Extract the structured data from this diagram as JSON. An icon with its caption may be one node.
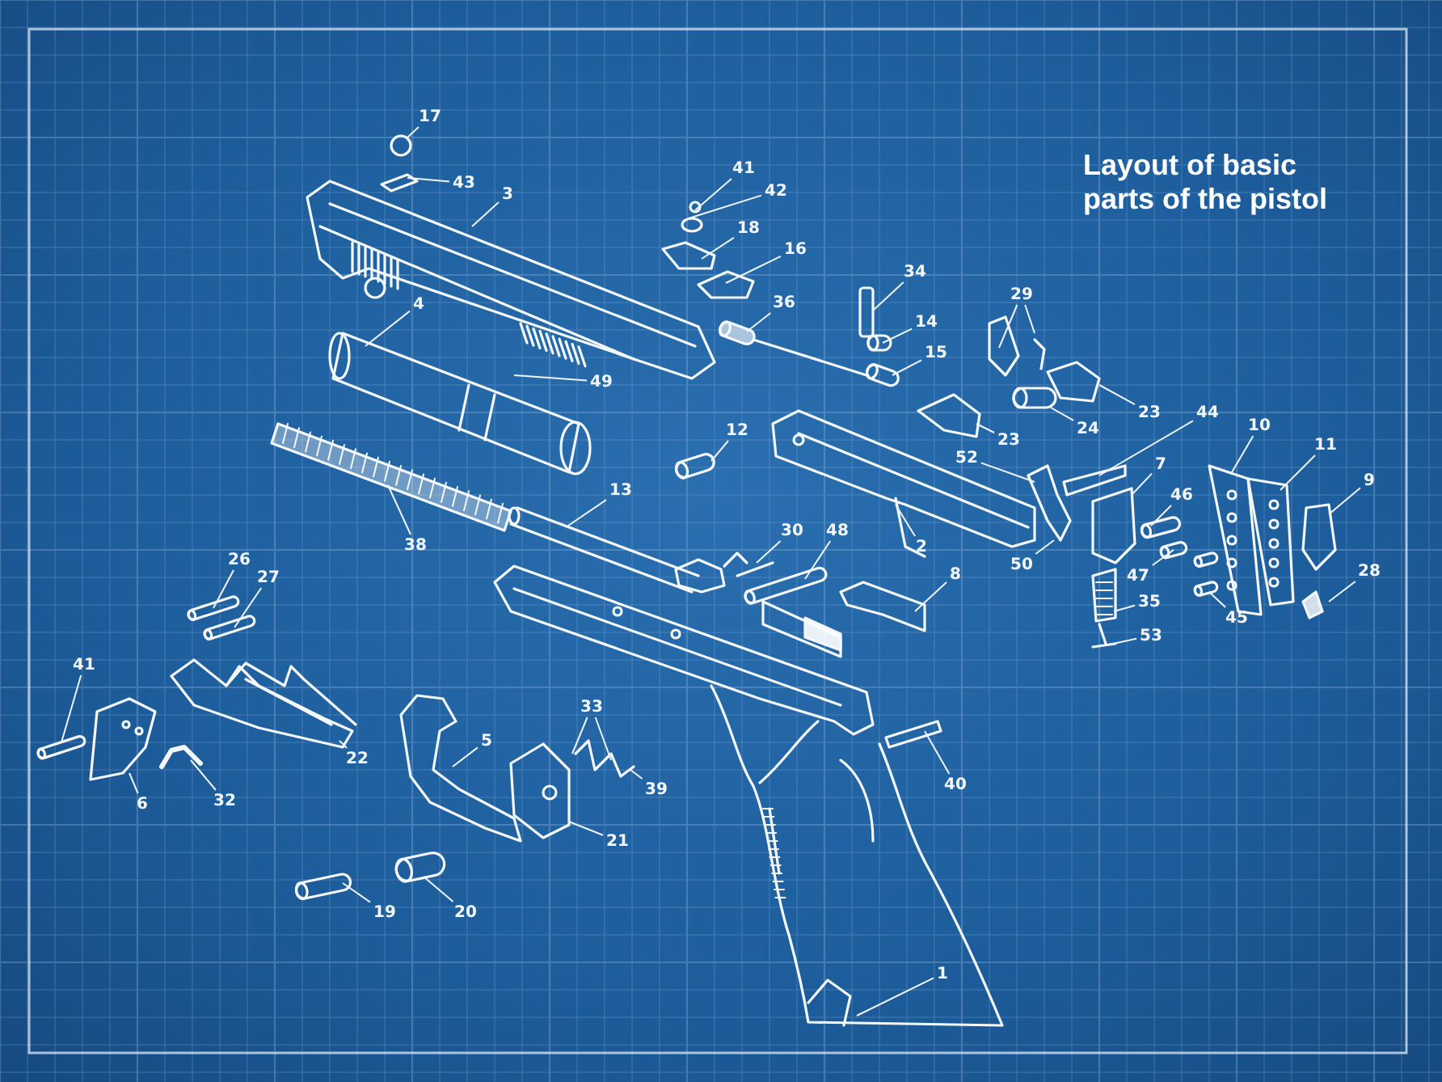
{
  "diagram": {
    "title": "Layout of basic parts of the pistol",
    "nodes": [
      {
        "text": [
          "17"
        ]
      },
      {
        "text": [
          "43"
        ]
      },
      {
        "text": [
          "3"
        ]
      },
      {
        "text": [
          "41"
        ]
      },
      {
        "text": [
          "42"
        ]
      },
      {
        "text": [
          "18"
        ]
      },
      {
        "text": [
          "16"
        ]
      },
      {
        "text": [
          "34"
        ]
      },
      {
        "text": [
          "29"
        ]
      },
      {
        "text": [
          "4"
        ]
      },
      {
        "text": [
          "36"
        ]
      },
      {
        "text": [
          "14"
        ]
      },
      {
        "text": [
          "15"
        ]
      },
      {
        "text": [
          "49"
        ]
      },
      {
        "text": [
          "23"
        ]
      },
      {
        "text": [
          "44"
        ]
      },
      {
        "text": [
          "10"
        ]
      },
      {
        "text": [
          "12"
        ]
      },
      {
        "text": [
          "24"
        ]
      },
      {
        "text": [
          "23"
        ]
      },
      {
        "text": [
          "11"
        ]
      },
      {
        "text": [
          "52"
        ]
      },
      {
        "text": [
          "7"
        ]
      },
      {
        "text": [
          "9"
        ]
      },
      {
        "text": [
          "46"
        ]
      },
      {
        "text": [
          "13"
        ]
      },
      {
        "text": [
          "30"
        ]
      },
      {
        "text": [
          "48"
        ]
      },
      {
        "text": [
          "38"
        ]
      },
      {
        "text": [
          "2"
        ]
      },
      {
        "text": [
          "26"
        ]
      },
      {
        "text": [
          "50"
        ]
      },
      {
        "text": [
          "47"
        ]
      },
      {
        "text": [
          "28"
        ]
      },
      {
        "text": [
          "8"
        ]
      },
      {
        "text": [
          "27"
        ]
      },
      {
        "text": [
          "35"
        ]
      },
      {
        "text": [
          "45"
        ]
      },
      {
        "text": [
          "53"
        ]
      },
      {
        "text": [
          "41"
        ]
      },
      {
        "text": [
          "33"
        ]
      },
      {
        "text": [
          "5"
        ]
      },
      {
        "text": [
          "22"
        ]
      },
      {
        "text": [
          "40"
        ]
      },
      {
        "text": [
          "39"
        ]
      },
      {
        "text": [
          "6"
        ]
      },
      {
        "text": [
          "32"
        ]
      },
      {
        "text": [
          "21"
        ]
      },
      {
        "text": [
          "19"
        ]
      },
      {
        "text": [
          "20"
        ]
      },
      {
        "text": [
          "1"
        ]
      }
    ],
    "edges": [
      {
        "from": 0,
        "to": null,
        "arrow": "none"
      },
      {
        "from": 1,
        "to": null,
        "arrow": "none"
      },
      {
        "from": 2,
        "to": null,
        "arrow": "none"
      },
      {
        "from": 3,
        "to": null,
        "arrow": "none"
      },
      {
        "from": 4,
        "to": null,
        "arrow": "none"
      },
      {
        "from": 5,
        "to": null,
        "arrow": "none"
      },
      {
        "from": 6,
        "to": null,
        "arrow": "none"
      },
      {
        "from": 7,
        "to": null,
        "arrow": "none"
      },
      {
        "from": 8,
        "to": null,
        "arrow": "none"
      },
      {
        "from": 9,
        "to": null,
        "arrow": "none"
      },
      {
        "from": 10,
        "to": null,
        "arrow": "none"
      },
      {
        "from": 11,
        "to": null,
        "arrow": "none"
      },
      {
        "from": 12,
        "to": null,
        "arrow": "none"
      },
      {
        "from": 13,
        "to": null,
        "arrow": "none"
      },
      {
        "from": 14,
        "to": null,
        "arrow": "none"
      },
      {
        "from": 15,
        "to": null,
        "arrow": "none"
      },
      {
        "from": 16,
        "to": null,
        "arrow": "none"
      },
      {
        "from": 17,
        "to": null,
        "arrow": "none"
      },
      {
        "from": 18,
        "to": null,
        "arrow": "none"
      },
      {
        "from": 19,
        "to": null,
        "arrow": "none"
      },
      {
        "from": 20,
        "to": null,
        "arrow": "none"
      },
      {
        "from": 21,
        "to": null,
        "arrow": "none"
      },
      {
        "from": 22,
        "to": null,
        "arrow": "none"
      },
      {
        "from": 23,
        "to": null,
        "arrow": "none"
      },
      {
        "from": 24,
        "to": null,
        "arrow": "none"
      },
      {
        "from": 25,
        "to": null,
        "arrow": "none"
      },
      {
        "from": 26,
        "to": null,
        "arrow": "none"
      },
      {
        "from": 27,
        "to": null,
        "arrow": "none"
      },
      {
        "from": 28,
        "to": null,
        "arrow": "none"
      },
      {
        "from": 29,
        "to": null,
        "arrow": "none"
      },
      {
        "from": 30,
        "to": null,
        "arrow": "none"
      },
      {
        "from": 31,
        "to": null,
        "arrow": "none"
      },
      {
        "from": 32,
        "to": null,
        "arrow": "none"
      },
      {
        "from": 33,
        "to": null,
        "arrow": "none"
      },
      {
        "from": 34,
        "to": null,
        "arrow": "none"
      },
      {
        "from": 35,
        "to": null,
        "arrow": "none"
      },
      {
        "from": 36,
        "to": null,
        "arrow": "none"
      },
      {
        "from": 37,
        "to": null,
        "arrow": "none"
      },
      {
        "from": 38,
        "to": null,
        "arrow": "none"
      },
      {
        "from": 39,
        "to": null,
        "arrow": "none"
      },
      {
        "from": 40,
        "to": null,
        "arrow": "none"
      },
      {
        "from": 41,
        "to": null,
        "arrow": "none"
      },
      {
        "from": 42,
        "to": null,
        "arrow": "none"
      },
      {
        "from": 43,
        "to": null,
        "arrow": "none"
      },
      {
        "from": 44,
        "to": null,
        "arrow": "none"
      },
      {
        "from": 45,
        "to": null,
        "arrow": "none"
      },
      {
        "from": 46,
        "to": null,
        "arrow": "none"
      },
      {
        "from": 47,
        "to": null,
        "arrow": "none"
      },
      {
        "from": 48,
        "to": null,
        "arrow": "none"
      },
      {
        "from": 49,
        "to": null,
        "arrow": "none"
      },
      {
        "from": 50,
        "to": null,
        "arrow": "none"
      },
      {
        "from": 8,
        "to": null,
        "arrow": "none"
      },
      {
        "from": 40,
        "to": null,
        "arrow": "none"
      }
    ]
  }
}
